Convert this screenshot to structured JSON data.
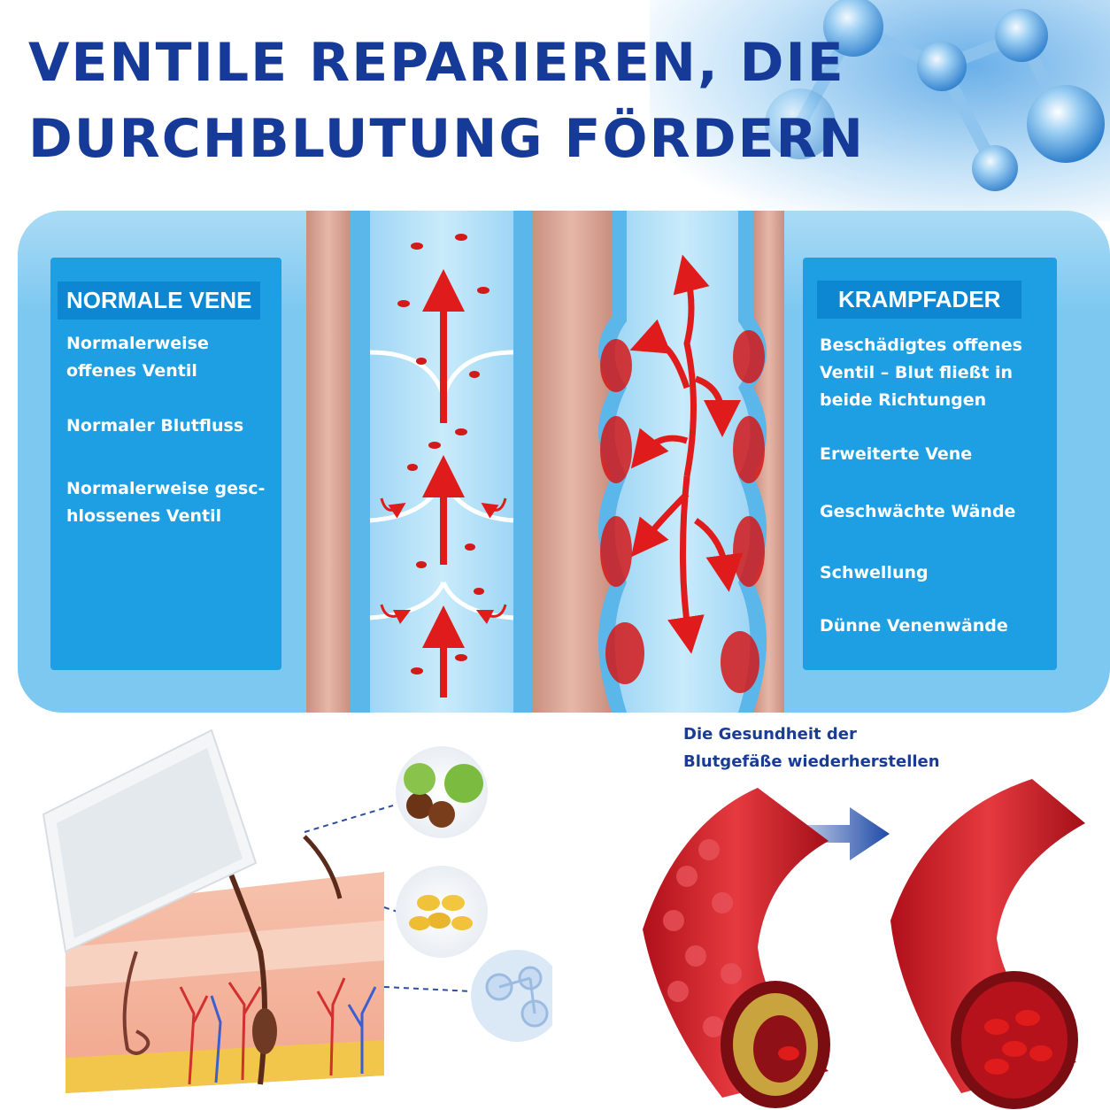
{
  "headline": {
    "line1": "VENTILE REPARIEREN, DIE",
    "line2": "DURCHBLUTUNG FÖRDERN"
  },
  "colors": {
    "headline_blue": "#163a98",
    "panel_blue": "#7dc8f0",
    "box_blue": "#1e9ee3",
    "blood_red": "#e01b1b",
    "skin": "#d9a596"
  },
  "normal_vein": {
    "heading": "NORMALE VENE",
    "items": [
      "Normalerweise\noffenes Ventil",
      "Normaler Blutfluss",
      "Normalerweise gesc-\nhlossenes Ventil"
    ]
  },
  "varicose_vein": {
    "heading": "KRAMPFADER",
    "items": [
      "Beschädigtes offenes\nVentil – Blut fließt in\nbeide Richtungen",
      "Erweiterte Vene",
      "Geschwächte Wände",
      "Schwellung",
      "Dünne Venenwände"
    ]
  },
  "restore": {
    "caption": "Die Gesundheit der\nBlutgefäße wiederherstellen"
  },
  "ingredients": [
    "chestnut-icon",
    "oil-capsules-icon",
    "molecule-bubble-icon"
  ]
}
